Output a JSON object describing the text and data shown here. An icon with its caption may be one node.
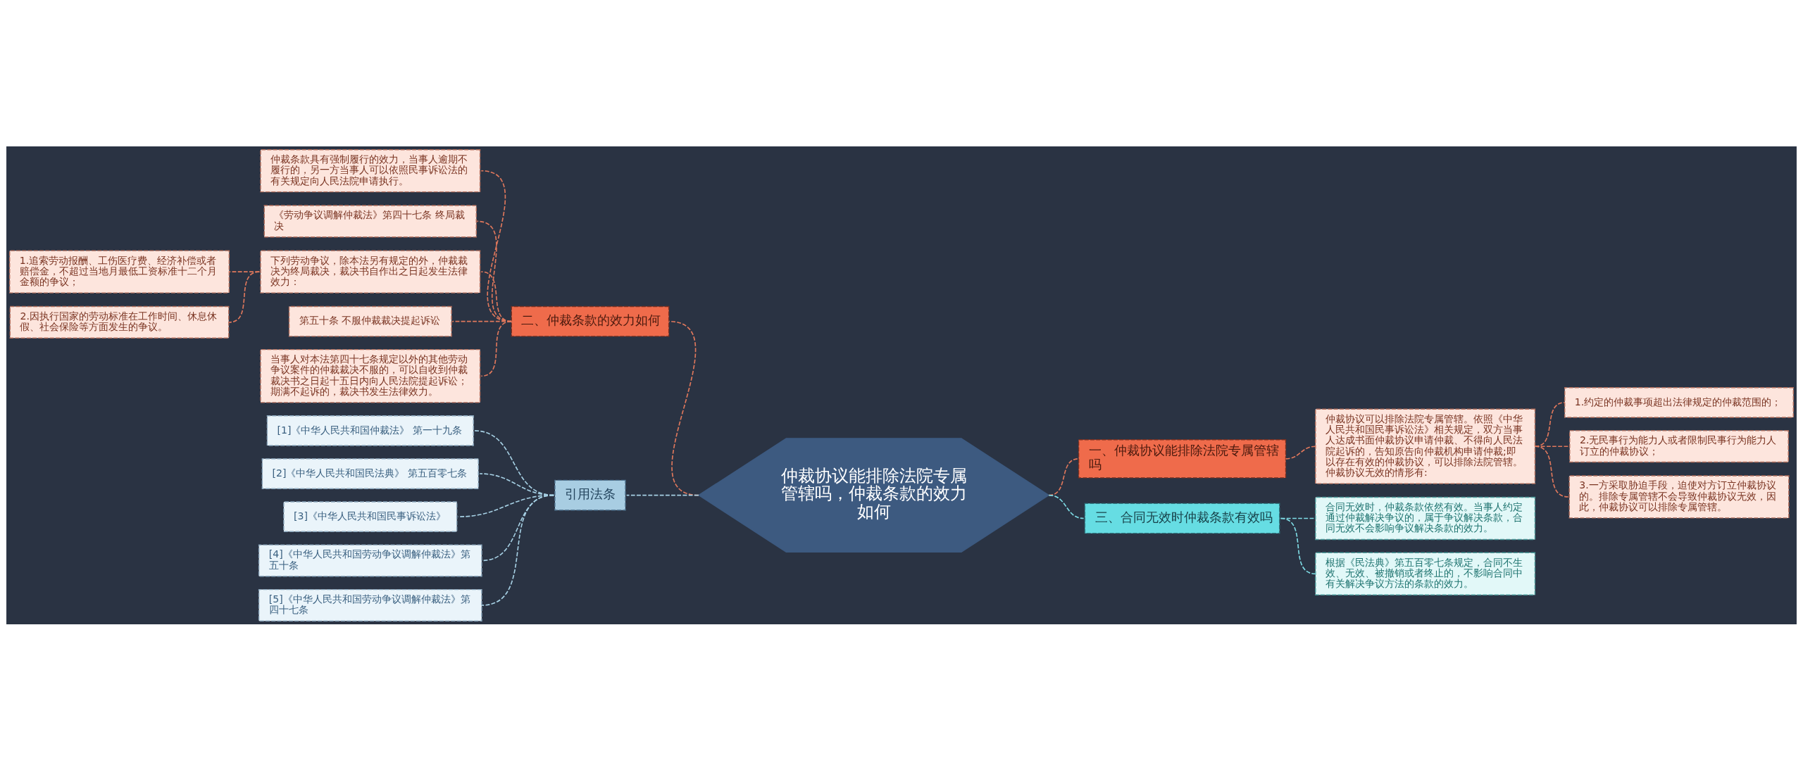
{
  "diagram": {
    "nodes": [
      {
        "text": [
          "仲裁协议能排除法院专属管辖吗，仲裁条款的效力如何"
        ]
      },
      {
        "text": [
          "二、仲裁条款的效力如何"
        ]
      },
      {
        "text": [
          "仲裁条款具有强制履行的效力，当事人逾期不履行的，另一方当事人可以依照民事诉讼法的有关规定向人民法院申请执行。"
        ]
      },
      {
        "text": [
          "《劳动争议调解仲裁法》第四十七条 终局裁决"
        ]
      },
      {
        "text": [
          "下列劳动争议，除本法另有规定的外，仲裁裁决为终局裁决，裁决书自作出之日起发生法律效力："
        ]
      },
      {
        "text": [
          "1.追索劳动报酬、工伤医疗费、经济补偿或者赔偿金，不超过当地月最低工资标准十二个月金额的争议；"
        ]
      },
      {
        "text": [
          "2.因执行国家的劳动标准在工作时间、休息休假、社会保险等方面发生的争议。"
        ]
      },
      {
        "text": [
          "第五十条 不服仲裁裁决提起诉讼"
        ]
      },
      {
        "text": [
          "当事人对本法第四十七条规定以外的其他劳动争议案件的仲裁裁决不服的，可以自收到仲裁裁决书之日起十五日内向人民法院提起诉讼；期满不起诉的，裁决书发生法律效力。"
        ]
      },
      {
        "text": [
          "引用法条"
        ]
      },
      {
        "text": [
          "[1]《中华人民共和国仲裁法》 第一十九条"
        ]
      },
      {
        "text": [
          "[2]《中华人民共和国民法典》 第五百零七条"
        ]
      },
      {
        "text": [
          "[3]《中华人民共和国民事诉讼法》"
        ]
      },
      {
        "text": [
          "[4]《中华人民共和国劳动争议调解仲裁法》第五十条"
        ]
      },
      {
        "text": [
          "[5]《中华人民共和国劳动争议调解仲裁法》第四十七条"
        ]
      },
      {
        "text": [
          "一、仲裁协议能排除法院专属管辖吗"
        ]
      },
      {
        "text": [
          "仲裁协议可以排除法院专属管辖。依照《中华人民共和国民事诉讼法》相关规定，双方当事人达成书面仲裁协议申请仲裁、不得向人民法院起诉的，告知原告向仲裁机构申请仲裁;即以存在有效的仲裁协议，可以排除法院管辖。仲裁协议无效的情形有:"
        ]
      },
      {
        "text": [
          "1.约定的仲裁事项超出法律规定的仲裁范围的；"
        ]
      },
      {
        "text": [
          "2.无民事行为能力人或者限制民事行为能力人订立的仲裁协议；"
        ]
      },
      {
        "text": [
          "3.一方采取胁迫手段，迫使对方订立仲裁协议的。排除专属管辖不会导致仲裁协议无效，因此，仲裁协议可以排除专属管辖。"
        ]
      },
      {
        "text": [
          "三、合同无效时仲裁条款有效吗"
        ]
      },
      {
        "text": [
          "合同无效时，仲裁条款依然有效。当事人约定通过仲裁解决争议的，属于争议解决条款，合同无效不会影响争议解决条款的效力。"
        ]
      },
      {
        "text": [
          "根据《民法典》第五百零七条规定，合同不生效、无效、被撤销或者终止的，不影响合同中有关解决争议方法的条款的效力。"
        ]
      }
    ],
    "edges": [
      {
        "from": 0,
        "to": 1,
        "arrow": "none",
        "style": "dashed"
      },
      {
        "from": 1,
        "to": 2,
        "arrow": "none",
        "style": "dashed"
      },
      {
        "from": 1,
        "to": 3,
        "arrow": "none",
        "style": "dashed"
      },
      {
        "from": 1,
        "to": 4,
        "arrow": "none",
        "style": "dashed"
      },
      {
        "from": 4,
        "to": 5,
        "arrow": "none",
        "style": "dashed"
      },
      {
        "from": 4,
        "to": 6,
        "arrow": "none",
        "style": "dashed"
      },
      {
        "from": 1,
        "to": 7,
        "arrow": "none",
        "style": "dashed"
      },
      {
        "from": 1,
        "to": 8,
        "arrow": "none",
        "style": "dashed"
      },
      {
        "from": 0,
        "to": 9,
        "arrow": "none",
        "style": "dashed",
        "color": "#a6d0e4"
      },
      {
        "from": 9,
        "to": 10,
        "arrow": "none",
        "style": "dashed",
        "color": "#a6d0e4"
      },
      {
        "from": 9,
        "to": 11,
        "arrow": "none",
        "style": "dashed",
        "color": "#a6d0e4"
      },
      {
        "from": 9,
        "to": 12,
        "arrow": "none",
        "style": "dashed",
        "color": "#a6d0e4"
      },
      {
        "from": 9,
        "to": 13,
        "arrow": "none",
        "style": "dashed",
        "color": "#a6d0e4"
      },
      {
        "from": 9,
        "to": 14,
        "arrow": "none",
        "style": "dashed",
        "color": "#a6d0e4"
      },
      {
        "from": 0,
        "to": 15,
        "arrow": "none",
        "style": "dashed"
      },
      {
        "from": 15,
        "to": 16,
        "arrow": "none",
        "style": "dashed"
      },
      {
        "from": 16,
        "to": 17,
        "arrow": "none",
        "style": "dashed"
      },
      {
        "from": 16,
        "to": 18,
        "arrow": "none",
        "style": "dashed"
      },
      {
        "from": 16,
        "to": 19,
        "arrow": "none",
        "style": "dashed"
      },
      {
        "from": 0,
        "to": 20,
        "arrow": "none",
        "style": "dashed",
        "color": "#7fdde6"
      },
      {
        "from": 20,
        "to": 21,
        "arrow": "none",
        "style": "dashed",
        "color": "#7fdde6"
      },
      {
        "from": 20,
        "to": 22,
        "arrow": "none",
        "style": "dashed",
        "color": "#7fdde6"
      }
    ]
  }
}
